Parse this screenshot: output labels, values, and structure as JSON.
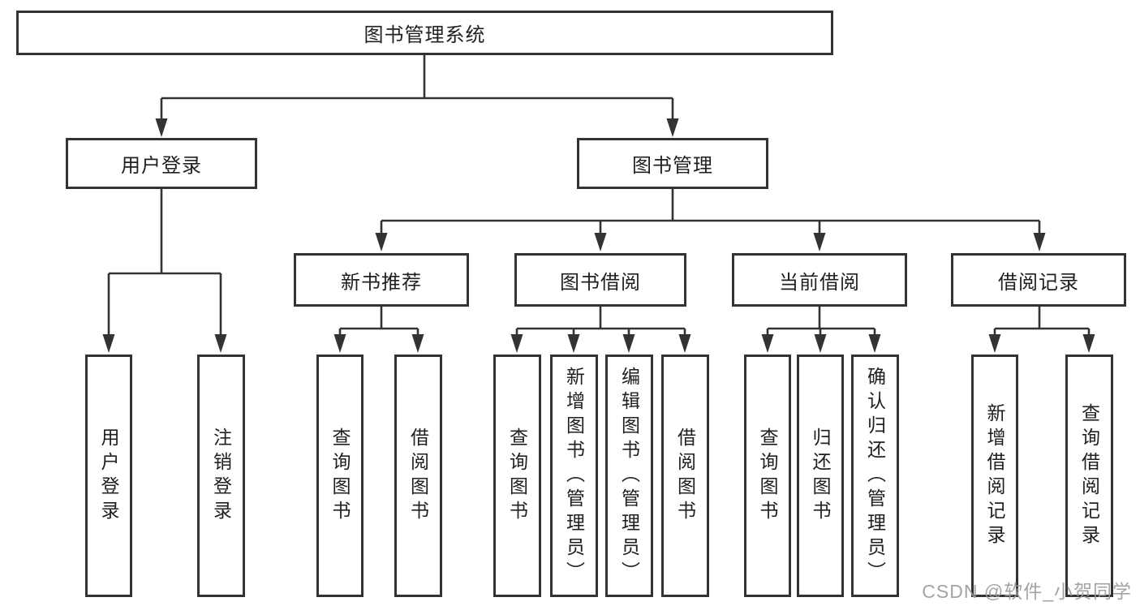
{
  "colors": {
    "line": "#333333",
    "box_border": "#333333",
    "box_background": "#ffffff",
    "text": "#202020",
    "watermark": "#9a9a9a"
  },
  "tree": {
    "root": {
      "label": "图书管理系统",
      "children": [
        {
          "label": "用户登录",
          "children": [
            {
              "label": "用户登录"
            },
            {
              "label": "注销登录"
            }
          ]
        },
        {
          "label": "图书管理",
          "children": [
            {
              "label": "新书推荐",
              "children": [
                {
                  "label": "查询图书"
                },
                {
                  "label": "借阅图书"
                }
              ]
            },
            {
              "label": "图书借阅",
              "children": [
                {
                  "label": "查询图书"
                },
                {
                  "label": "新增图书（管理员）"
                },
                {
                  "label": "编辑图书（管理员）"
                },
                {
                  "label": "借阅图书"
                }
              ]
            },
            {
              "label": "当前借阅",
              "children": [
                {
                  "label": "查询图书"
                },
                {
                  "label": "归还图书"
                },
                {
                  "label": "确认归还（管理员）"
                }
              ]
            },
            {
              "label": "借阅记录",
              "children": [
                {
                  "label": "新增借阅记录"
                },
                {
                  "label": "查询借阅记录"
                }
              ]
            }
          ]
        }
      ]
    }
  },
  "watermark": {
    "text": "CSDN @软件_小贺同学"
  }
}
